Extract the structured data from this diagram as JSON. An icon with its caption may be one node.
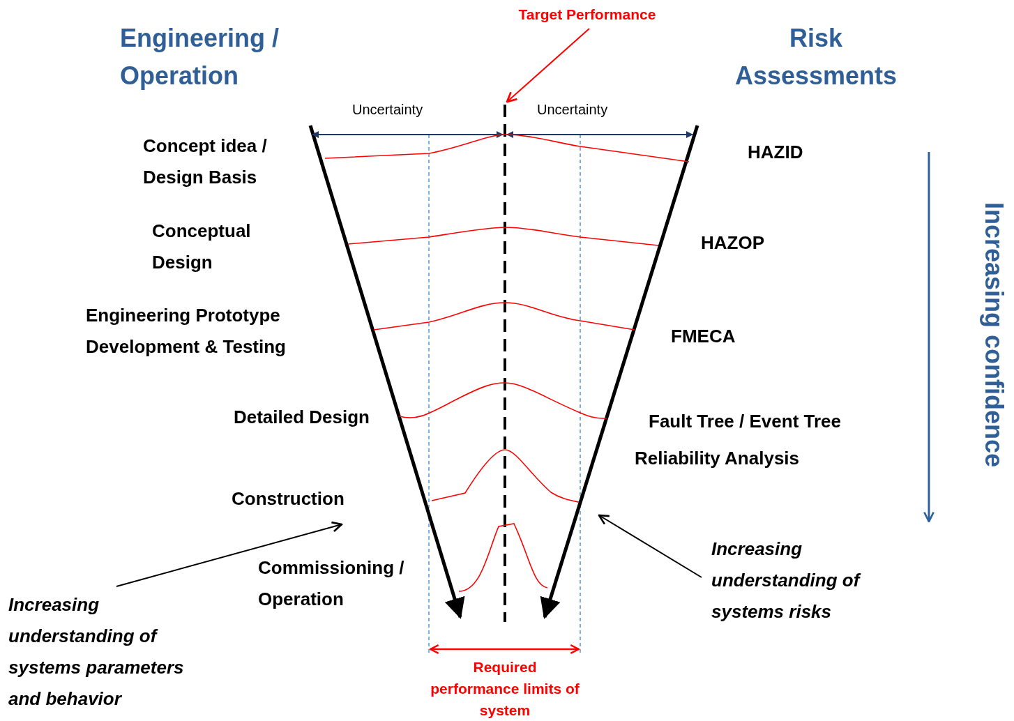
{
  "diagram": {
    "nodes": [
      {
        "text": [
          "Target Performance"
        ]
      },
      {
        "text": [
          "Increasing understanding of systems parameters and behavior"
        ]
      },
      {
        "text": [
          "Increasing understanding of systems risks"
        ]
      }
    ],
    "edges": [
      {
        "from": 0,
        "to": null,
        "arrow": "to",
        "color": "#ff0000"
      },
      {
        "from": 1,
        "to": null,
        "arrow": "to"
      },
      {
        "from": 2,
        "to": null,
        "arrow": "to"
      }
    ],
    "labels": [
      "Engineering / Operation",
      "Risk Assessments",
      "Uncertainty",
      "Uncertainty",
      "Concept idea / Design Basis",
      "HAZID",
      "Conceptual Design",
      "HAZOP",
      "Engineering Prototype Development & Testing",
      "FMECA",
      "Detailed Design",
      "Fault Tree / Event Tree",
      "Reliability Analysis",
      "Construction",
      "Increasing confidence",
      "Commissioning / Operation",
      "Required performance limits of system"
    ]
  }
}
